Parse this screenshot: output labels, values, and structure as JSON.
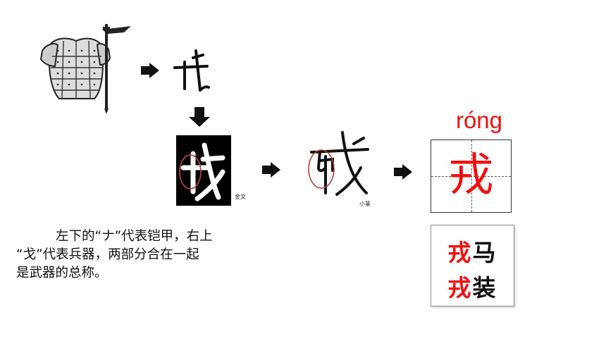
{
  "pinyin": "róng",
  "grid_char": "戎",
  "captions": {
    "jinwen": "金文",
    "xiaozhuan": "小篆"
  },
  "words": [
    {
      "red": "戎",
      "black": "马"
    },
    {
      "red": "戎",
      "black": "装"
    }
  ],
  "explanation": {
    "line1": "左下的“ナ”代表铠甲，右上",
    "line2": "“戈”代表兵器，两部分合在一起",
    "line3": "是武器的总称。"
  },
  "colors": {
    "accent_red": "#ee1111",
    "text": "#111111",
    "circle": "#b04040"
  }
}
